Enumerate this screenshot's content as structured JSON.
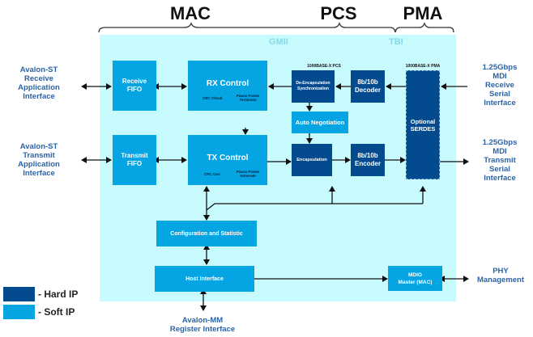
{
  "sections": {
    "mac": "MAC",
    "pcs": "PCS",
    "pma": "PMA"
  },
  "bus_labels": {
    "gmii": "GMII",
    "tbi": "TBI"
  },
  "blocks": {
    "receive_fifo": [
      "Receive",
      "FIFO"
    ],
    "transmit_fifo": [
      "Transmit",
      "FIFO"
    ],
    "rx_control": {
      "title": "RX Control",
      "sub_left": "CRC Check",
      "sub_right": [
        "Pause Frame",
        "Terminate"
      ]
    },
    "tx_control": {
      "title": "TX Control",
      "sub_left": "CRC Gen",
      "sub_right": [
        "Pause Frame",
        "Generate"
      ]
    },
    "pcs_header": "1000BASE-X PCS",
    "pma_header": "1000BASE-X PMA",
    "de_encapsulation": [
      "De-Encapsulation",
      "Synchronization"
    ],
    "decoder": [
      "8b/10b",
      "Decoder"
    ],
    "auto_negotiation": "Auto Negotiation",
    "encapsulation": "Encapsulation",
    "encoder": [
      "8b/10b",
      "Encoder"
    ],
    "serdes": [
      "Optional",
      "SERDES"
    ],
    "config_stats": "Configuration and Statistic",
    "host_interface": "Host Interface",
    "mdio_master": [
      "MDIO",
      "Master (MAC)"
    ]
  },
  "external": {
    "avalon_rx": [
      "Avalon-ST",
      "Receive",
      "Application",
      "Interface"
    ],
    "avalon_tx": [
      "Avalon-ST",
      "Transmit",
      "Application",
      "Interface"
    ],
    "mdi_rx": [
      "1.25Gbps",
      "MDI",
      "Receive",
      "Serial",
      "Interface"
    ],
    "mdi_tx": [
      "1.25Gbps",
      "MDI",
      "Transmit",
      "Serial",
      "Interface"
    ],
    "phy_mgmt": [
      "PHY",
      "Management"
    ],
    "avalon_mm": [
      "Avalon-MM",
      "Register Interface"
    ]
  },
  "legend": [
    {
      "label": "- Hard IP",
      "color": "#034a8f"
    },
    {
      "label": "- Soft IP",
      "color": "#05a4e3"
    }
  ]
}
